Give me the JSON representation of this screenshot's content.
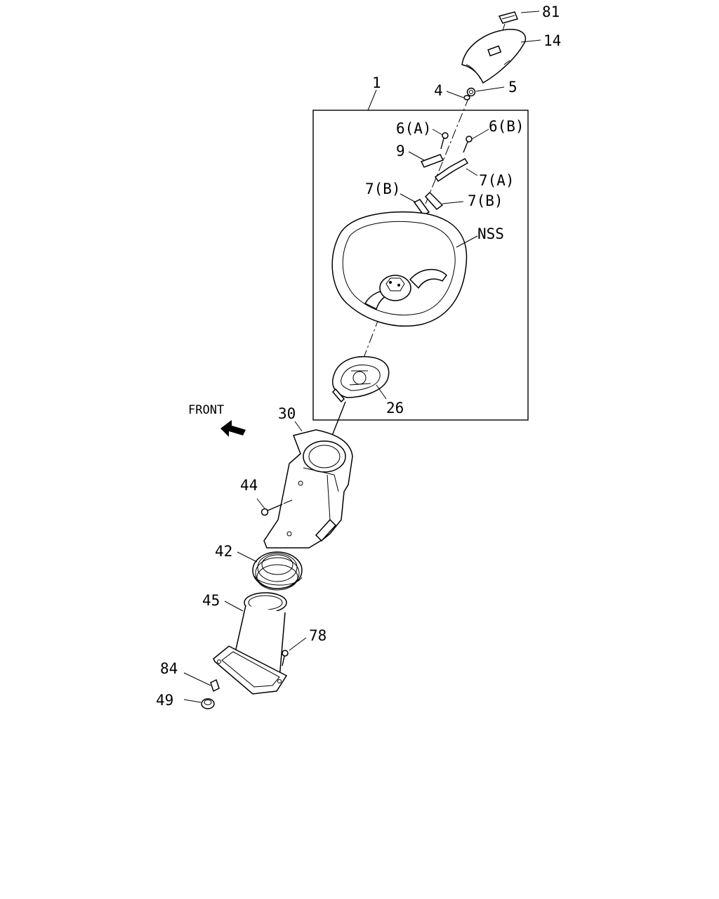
{
  "callouts": {
    "p81": "81",
    "p14": "14",
    "p1": "1",
    "p4": "4",
    "p5": "5",
    "p6a": "6(A)",
    "p6b": "6(B)",
    "p9": "9",
    "p7a": "7(A)",
    "p7b_left": "7(B)",
    "p7b_right": "7(B)",
    "nss": "NSS",
    "p26": "26",
    "p30": "30",
    "p44": "44",
    "p42": "42",
    "p45": "45",
    "p78": "78",
    "p84": "84",
    "p49": "49"
  },
  "direction": {
    "front_label": "FRONT"
  }
}
